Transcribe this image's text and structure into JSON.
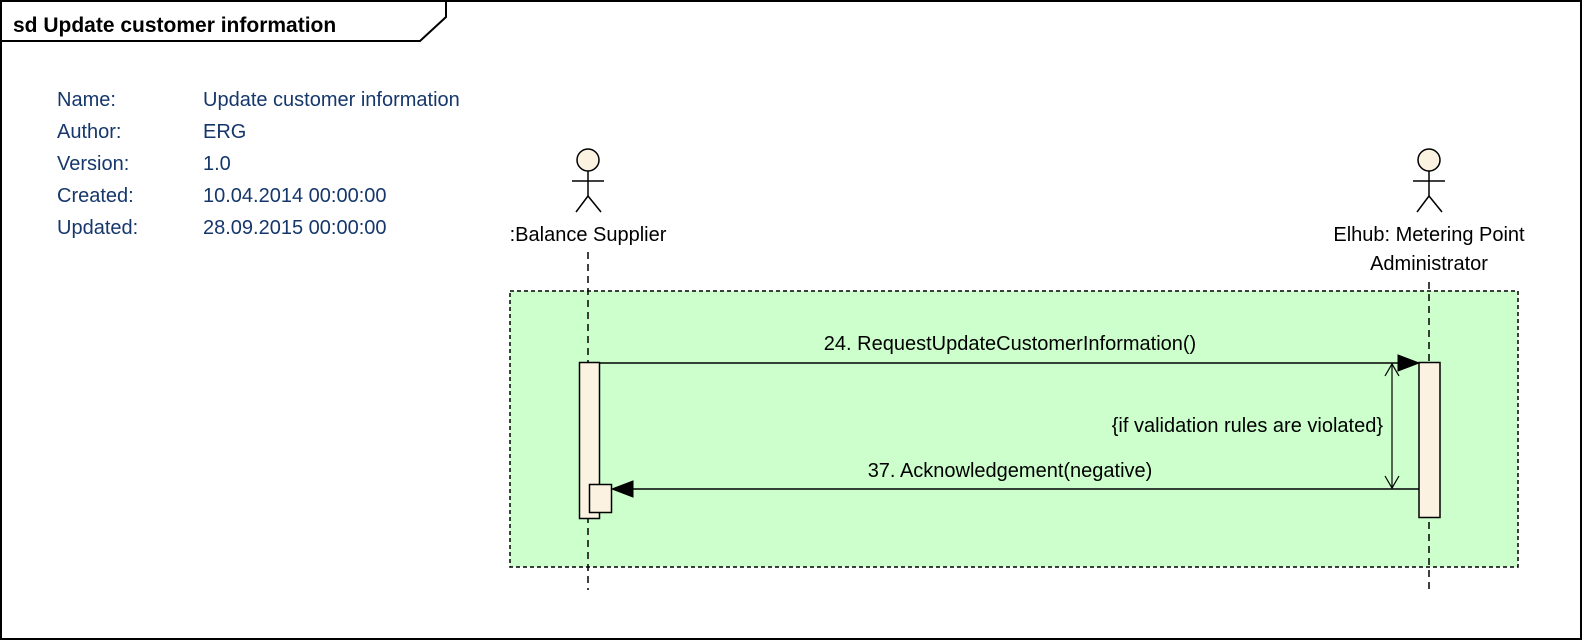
{
  "frame": {
    "title": "sd Update customer information"
  },
  "metadata": {
    "rows": [
      {
        "label": "Name:",
        "value": "Update customer information"
      },
      {
        "label": "Author:",
        "value": "ERG"
      },
      {
        "label": "Version:",
        "value": "1.0"
      },
      {
        "label": "Created:",
        "value": "10.04.2014 00:00:00"
      },
      {
        "label": "Updated:",
        "value": "28.09.2015 00:00:00"
      }
    ]
  },
  "actors": [
    {
      "name": ":Balance Supplier",
      "lines": [
        ":Balance Supplier"
      ]
    },
    {
      "name": "Elhub: Metering Point Administrator",
      "lines": [
        "Elhub: Metering Point",
        "Administrator"
      ]
    }
  ],
  "messages": [
    {
      "label": "24. RequestUpdateCustomerInformation()"
    },
    {
      "label": "37. Acknowledgement(negative)"
    }
  ],
  "guard": "{if validation rules are violated}",
  "colors": {
    "fragment_fill": "#ccffcc",
    "activation_fill": "#fbf2e1",
    "metadata_text": "#15376b",
    "line": "#000000"
  }
}
